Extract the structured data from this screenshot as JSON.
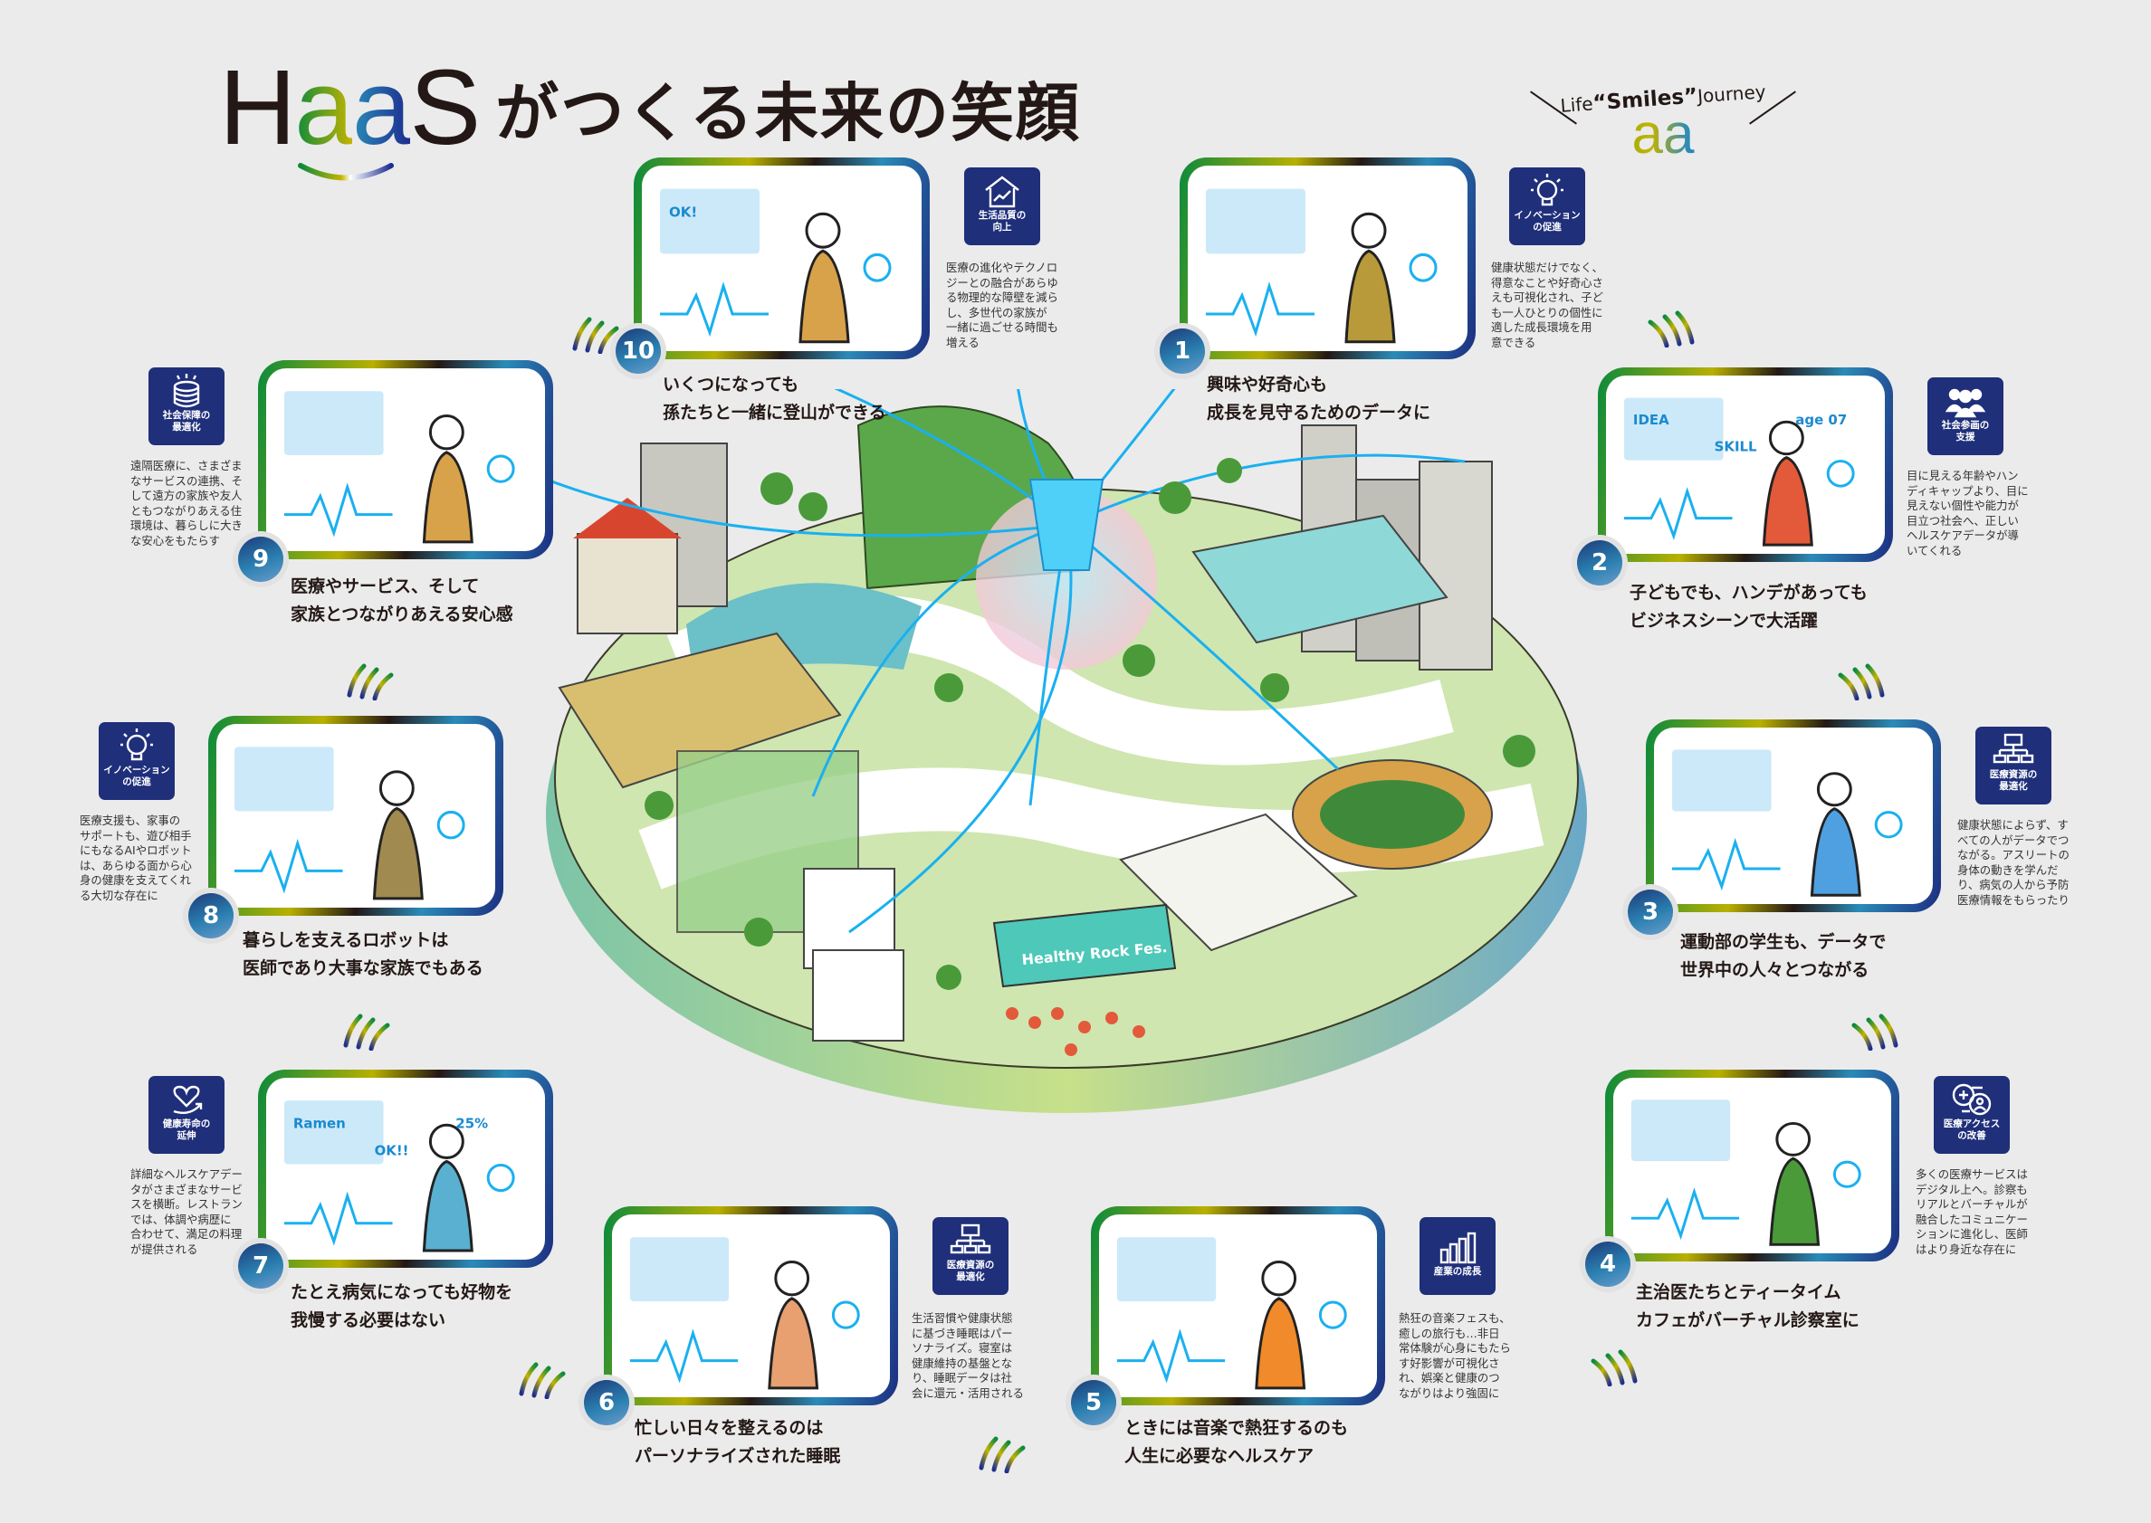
{
  "title": {
    "logo_text_h": "H",
    "logo_text_a1": "a",
    "logo_text_a2": "a",
    "logo_text_s": "S",
    "heading": "がつくる未来の笑顔"
  },
  "brand": {
    "tagline_prefix": "Life",
    "tagline_main": "“Smiles”",
    "tagline_suffix": "Journey",
    "logo_mark": "aa"
  },
  "colors": {
    "navy": "#1f2f7a",
    "green": "#0a8a3c",
    "yellow": "#c4b400",
    "blue": "#2a8bb8",
    "accent_cyan": "#1ab0f0"
  },
  "cards": [
    {
      "number": "10",
      "caption": [
        "いくつになっても",
        "孫たちと一緒に登山ができる"
      ],
      "icon": "house-chart-icon",
      "badge_label": [
        "生活品質の",
        "向上"
      ],
      "description": [
        "医療の進化やテクノロ",
        "ジーとの融合があらゆ",
        "る物理的な障壁を減ら",
        "し、多世代の家族が",
        "一緒に過ごせる時間も",
        "増える"
      ],
      "illustration_text": [
        "OK!"
      ]
    },
    {
      "number": "1",
      "caption": [
        "興味や好奇心も",
        "成長を見守るためのデータに"
      ],
      "icon": "lightbulb-icon",
      "badge_label": [
        "イノベーション",
        "の促進"
      ],
      "description": [
        "健康状態だけでなく、",
        "得意なことや好奇心さ",
        "えも可視化され、子ど",
        "も一人ひとりの個性に",
        "適した成長環境を用",
        "意できる"
      ],
      "illustration_text": []
    },
    {
      "number": "2",
      "caption": [
        "子どもでも、ハンデがあっても",
        "ビジネスシーンで大活躍"
      ],
      "icon": "people-icon",
      "badge_label": [
        "社会参画の",
        "支援"
      ],
      "description": [
        "目に見える年齢やハン",
        "ディキャップより、目に",
        "見えない個性や能力が",
        "目立つ社会へ、正しい",
        "ヘルスケアデータが導",
        "いてくれる"
      ],
      "illustration_text": [
        "IDEA",
        "SKILL",
        "age 07"
      ]
    },
    {
      "number": "3",
      "caption": [
        "運動部の学生も、データで",
        "世界中の人々とつながる"
      ],
      "icon": "org-chart-icon",
      "badge_label": [
        "医療資源の",
        "最適化"
      ],
      "description": [
        "健康状態によらず、す",
        "べての人がデータでつ",
        "ながる。アスリートの",
        "身体の動きを学んだ",
        "り、病気の人から予防",
        "医療情報をもらったり"
      ],
      "illustration_text": []
    },
    {
      "number": "4",
      "caption": [
        "主治医たちとティータイム",
        "カフェがバーチャル診察室に"
      ],
      "icon": "medical-access-icon",
      "badge_label": [
        "医療アクセス",
        "の改善"
      ],
      "description": [
        "多くの医療サービスは",
        "デジタル上へ。診察も",
        "リアルとバーチャルが",
        "融合したコミュニケー",
        "ションに進化し、医師",
        "はより身近な存在に"
      ],
      "illustration_text": []
    },
    {
      "number": "5",
      "caption": [
        "ときには音楽で熱狂するのも",
        "人生に必要なヘルスケア"
      ],
      "icon": "bar-chart-icon",
      "badge_label": [
        "産業の成長"
      ],
      "description": [
        "熱狂の音楽フェスも、",
        "癒しの旅行も…非日",
        "常体験が心身にもたら",
        "す好影響が可視化さ",
        "れ、娯楽と健康のつ",
        "ながりはより強固に"
      ],
      "illustration_text": []
    },
    {
      "number": "6",
      "caption": [
        "忙しい日々を整えるのは",
        "パーソナライズされた睡眠"
      ],
      "icon": "org-chart-icon",
      "badge_label": [
        "医療資源の",
        "最適化"
      ],
      "description": [
        "生活習慣や健康状態",
        "に基づき睡眠はパー",
        "ソナライズ。寝室は",
        "健康維持の基盤とな",
        "り、睡眠データは社",
        "会に還元・活用される"
      ],
      "illustration_text": []
    },
    {
      "number": "7",
      "caption": [
        "たとえ病気になっても好物を",
        "我慢する必要はない"
      ],
      "icon": "heart-arrow-icon",
      "badge_label": [
        "健康寿命の",
        "延伸"
      ],
      "description": [
        "詳細なヘルスケアデー",
        "タがさまざまなサービ",
        "スを横断。レストラン",
        "では、体調や病歴に",
        "合わせて、満足の料理",
        "が提供される"
      ],
      "illustration_text": [
        "Ramen",
        "OK!!",
        "25%"
      ]
    },
    {
      "number": "8",
      "caption": [
        "暮らしを支えるロボットは",
        "医師であり大事な家族でもある"
      ],
      "icon": "lightbulb-icon",
      "badge_label": [
        "イノベーション",
        "の促進"
      ],
      "description": [
        "医療支援も、家事の",
        "サポートも、遊び相手",
        "にもなるAIやロボット",
        "は、あらゆる面から心",
        "身の健康を支えてくれ",
        "る大切な存在に"
      ],
      "illustration_text": []
    },
    {
      "number": "9",
      "caption": [
        "医療やサービス、そして",
        "家族とつながりあえる安心感"
      ],
      "icon": "coins-icon",
      "badge_label": [
        "社会保障の",
        "最適化"
      ],
      "description": [
        "遠隔医療に、さまざま",
        "なサービスの連携、そ",
        "して遠方の家族や友人",
        "ともつながりあえる住",
        "環境は、暮らしに大き",
        "な安心をもたらす"
      ],
      "illustration_text": []
    }
  ],
  "center": {
    "stage_sign": "Healthy Rock Fes."
  }
}
